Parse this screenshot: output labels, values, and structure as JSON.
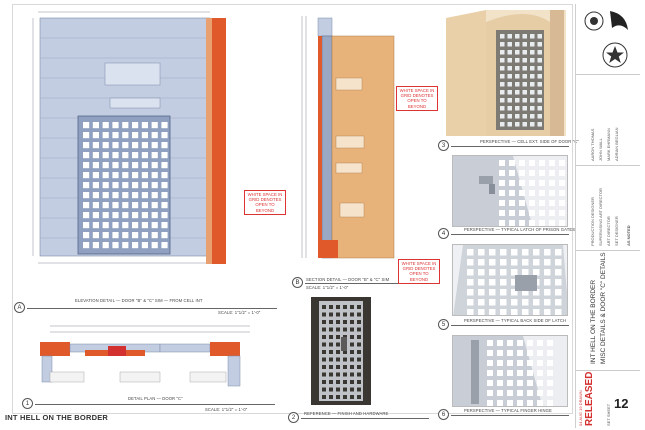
{
  "sheet": {
    "project_title_bottom": "INT HELL ON THE BORDER",
    "status_date": "04 AUG 19 DRAWN",
    "status": "RELEASED",
    "sheet_number": "12",
    "sheet_label": "SET SHEET"
  },
  "views": {
    "elevation": {
      "badge": "A",
      "caption": "ELEVATION DETAIL — DOOR \"B\" & \"C\" SIM — FROM CELL INT",
      "scale": "SCALE: 1\"1/2\" = 1'-0\""
    },
    "plan": {
      "badge": "1",
      "caption": "DETAIL PLAN — DOOR \"C\"",
      "scale": "SCALE: 1\"1/2\" = 1'-0\""
    },
    "section": {
      "badge": "B",
      "caption": "SECTION DETAIL — DOOR \"B\" & \"C\" SIM",
      "scale": "SCALE: 1\"1/2\" = 1'-0\""
    },
    "reference": {
      "badge": "2",
      "caption": "REFERENCE — FINISH AND HARDWARE"
    },
    "p3": {
      "badge": "3",
      "caption": "PERSPECTIVE — CELL EXT. SIDE OF DOOR \"C\""
    },
    "p4": {
      "badge": "4",
      "caption": "PERSPECTIVE — TYPICAL LATCH OF PRISON GATES"
    },
    "p5": {
      "badge": "5",
      "caption": "PERSPECTIVE — TYPICAL BACK SIDE OF LATCH"
    },
    "p6": {
      "badge": "6",
      "caption": "PERSPECTIVE — TYPICAL FINGER HINGE"
    }
  },
  "notes": {
    "white_space_1": "WHITE SPACE IN GRID DENOTES OPEN TO BEYOND",
    "white_space_2": "WHITE SPACE IN GRID DENOTES OPEN TO BEYOND",
    "white_space_3": "WHITE SPACE IN GRID DENOTES OPEN TO BEYOND"
  },
  "titleblock": {
    "project": "INT HELL ON THE BORDER",
    "drawing_title": "MISC DETAILS & DOOR \"C\" DETAILS",
    "people": [
      "AARON THOMAS",
      "JOHN WALL",
      "MARK EHRMANN",
      "ADRIAN BEGLIAN"
    ],
    "roles": [
      "PRODUCTION DESIGNER",
      "SUPERVISING ART DIRECTOR",
      "ART DIRECTOR",
      "SET DESIGNER"
    ],
    "scale": "AS NOTED",
    "sheet_number": "12"
  },
  "colors": {
    "blueprint": "#b9c6dc",
    "grid_dark": "#8d9cba",
    "orange": "#e0592a",
    "wood": "#e8b27b",
    "accent_red": "#d33030",
    "photo": "#2f2f2f"
  }
}
